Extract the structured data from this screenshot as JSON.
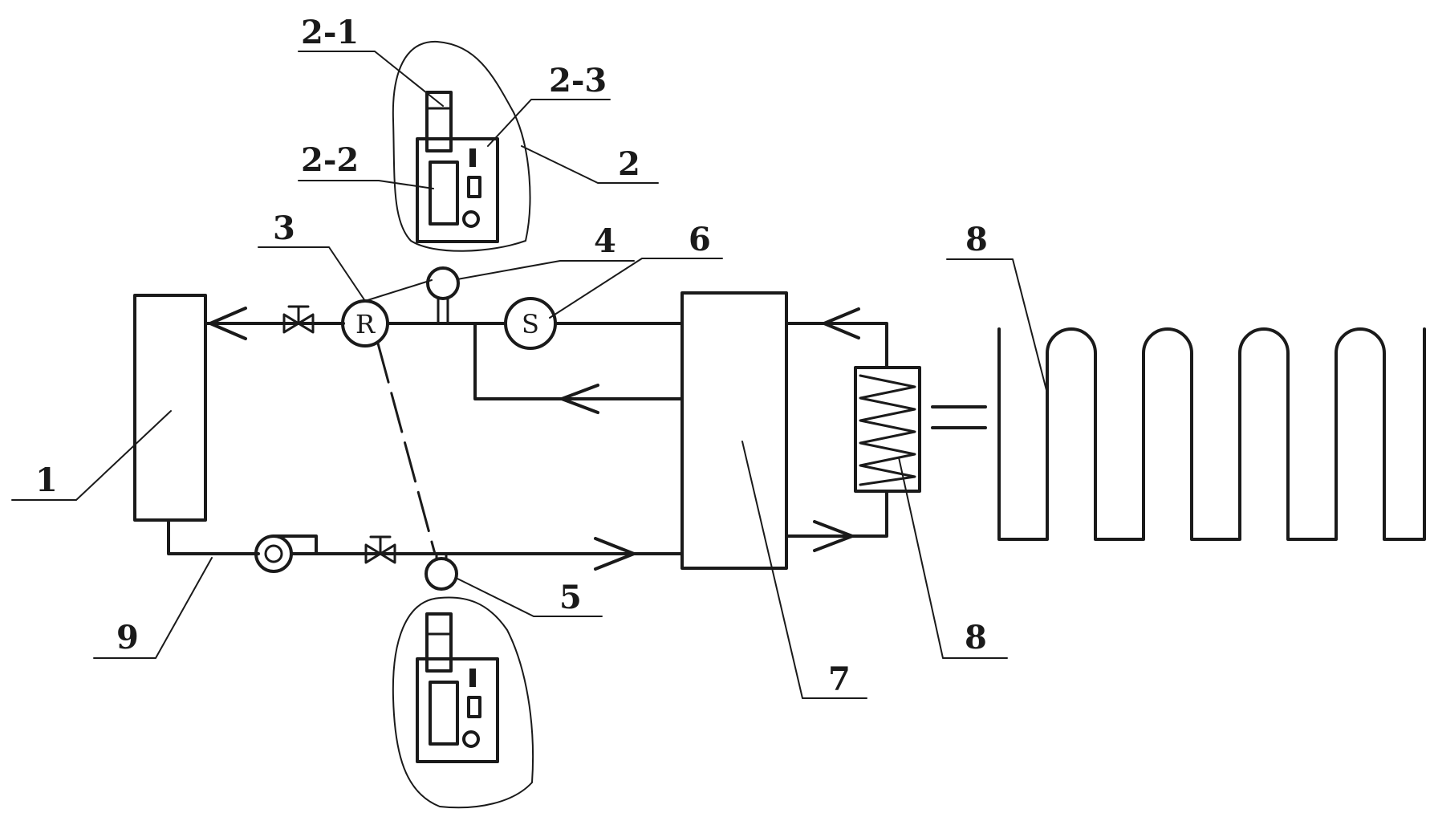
{
  "labels": {
    "l1": "1",
    "l2": "2",
    "l2_1": "2-1",
    "l2_2": "2-2",
    "l2_3": "2-3",
    "l3": "3",
    "l4": "4",
    "l5": "5",
    "l6": "6",
    "l7": "7",
    "l8_top": "8",
    "l8_bottom": "8",
    "l9": "9"
  },
  "symbols": {
    "R": "R",
    "S": "S"
  }
}
